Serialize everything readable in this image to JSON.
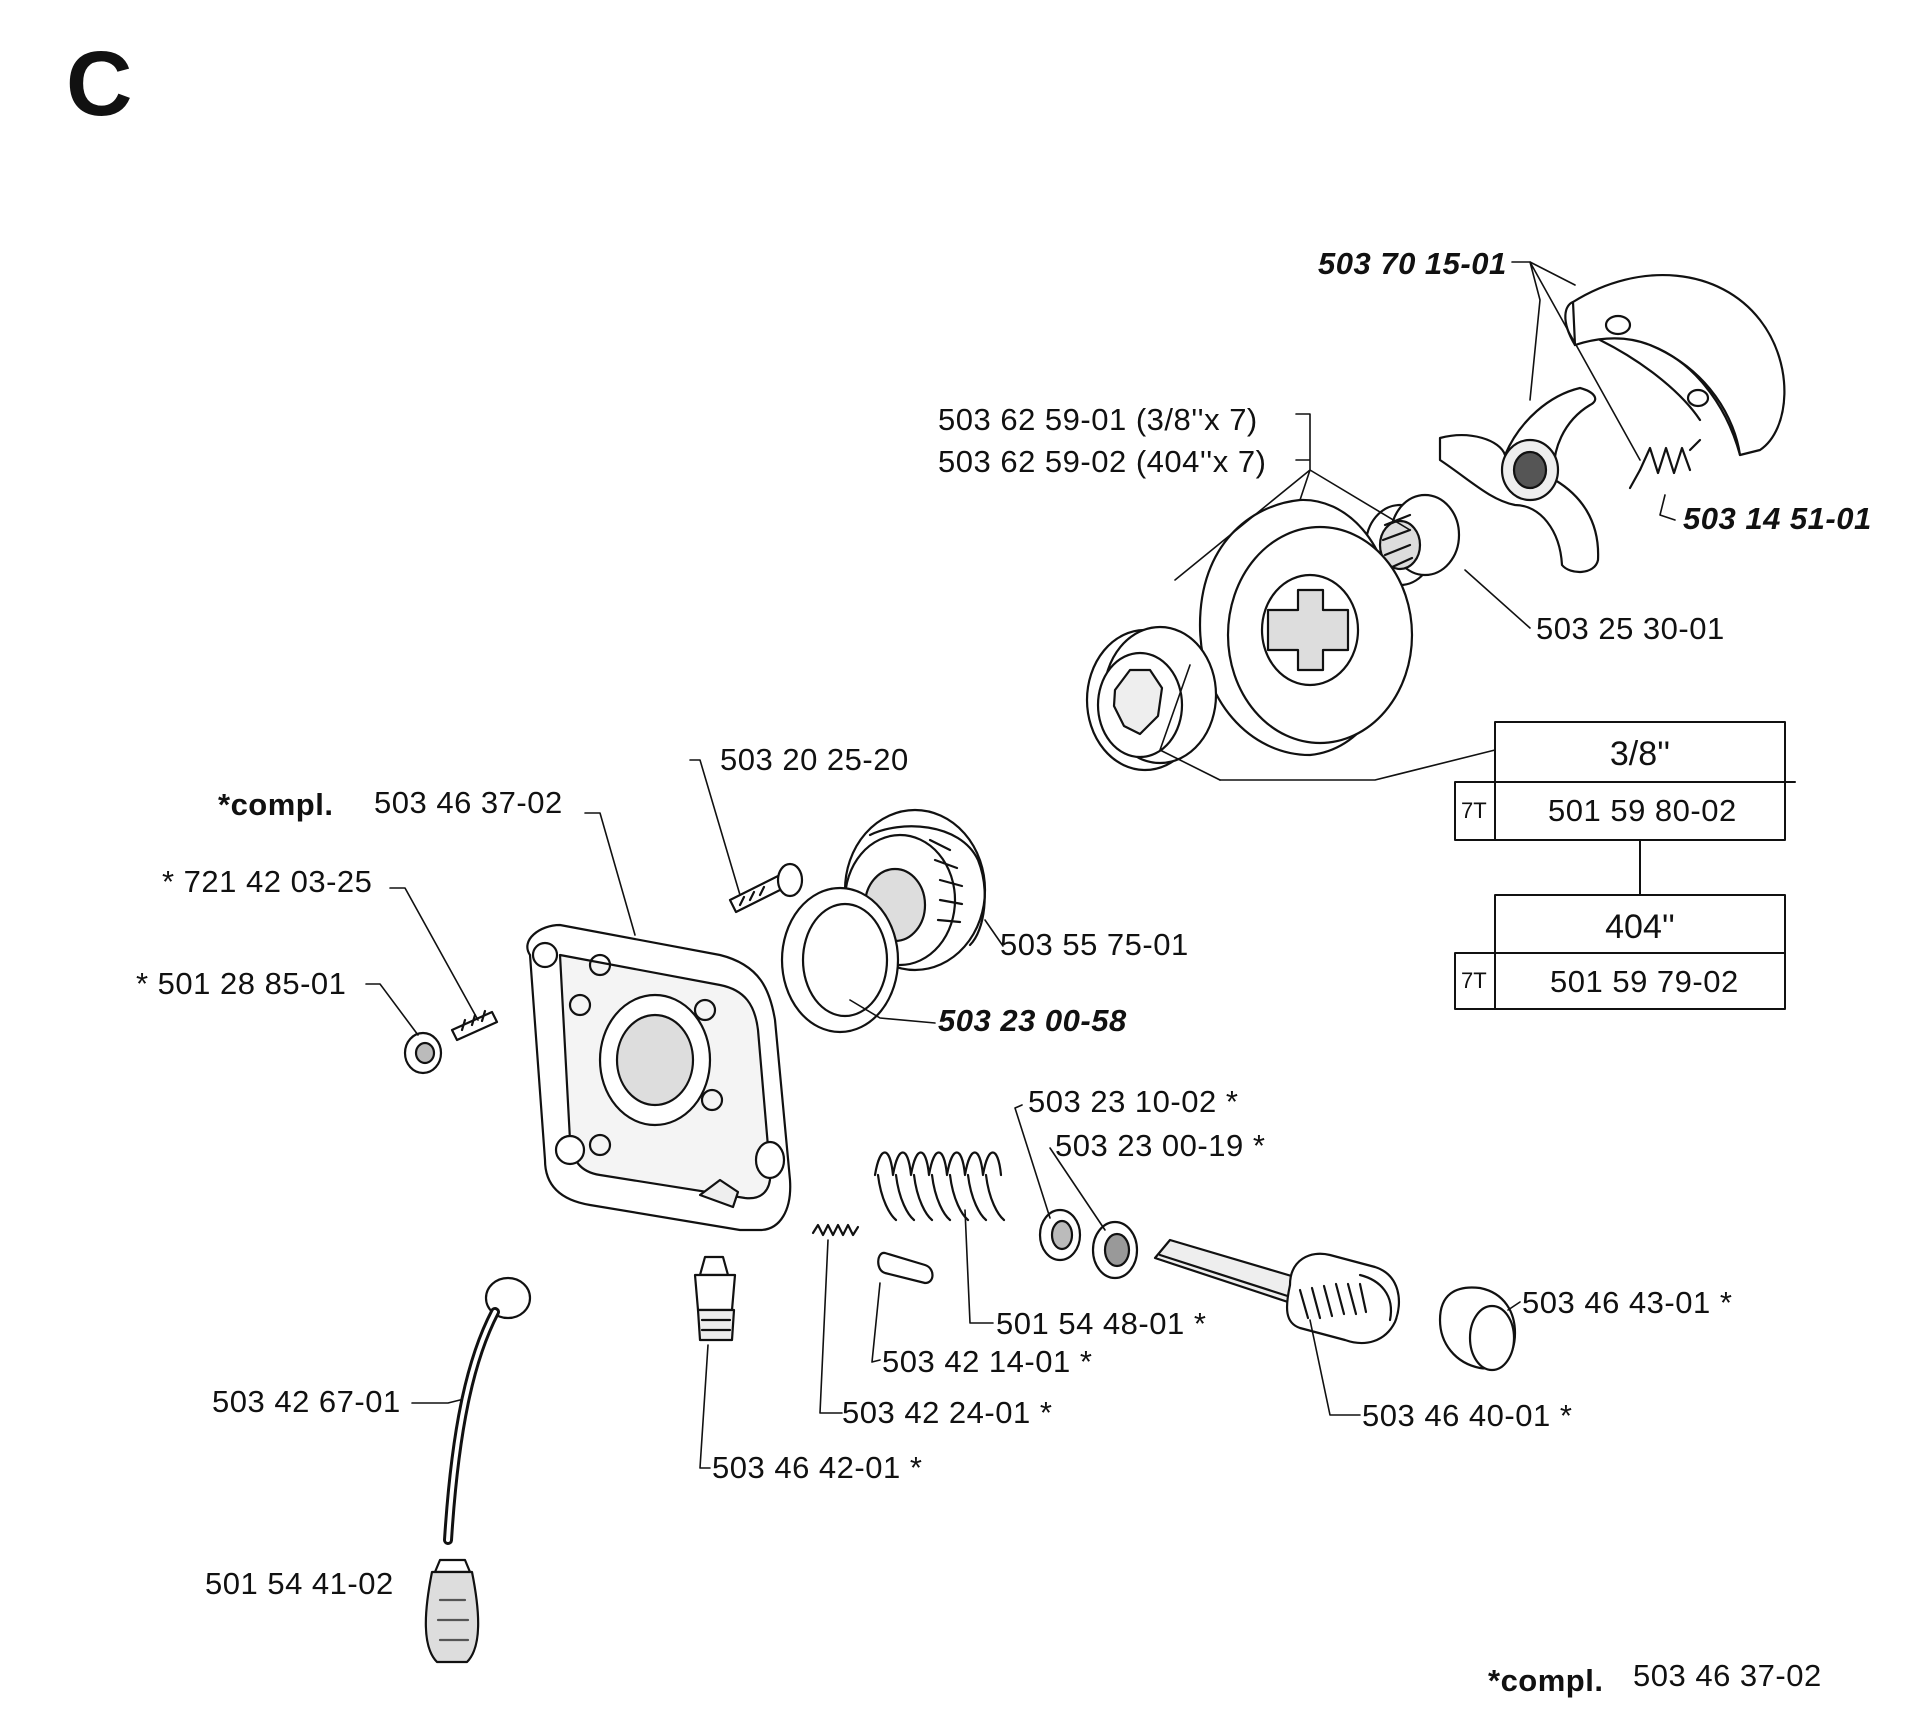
{
  "section_letter": "C",
  "labels": {
    "clutch_shoes": "503 70 15-01",
    "clutch_spring": "503 14 51-01",
    "drum_38": "503 62 59-01 (3/8''x 7)",
    "drum_404": "503 62 59-02 (404''x 7)",
    "needle_bearing": "503 25 30-01",
    "screw": "503 20 25-20",
    "oil_pump_compl_prefix": "*compl.",
    "oil_pump_compl_number": "503 46 37-02",
    "pin": "* 721 42 03-25",
    "plug": "* 501 28 85-01",
    "worm_gear": "503 55 75-01",
    "washer": "503 23 00-58",
    "washer_a": "503 23 10-02 *",
    "washer_b": "503 23 00-19 *",
    "spring": "501 54 48-01 *",
    "plunger": "503 42 14-01 *",
    "small_spring": "503 42 24-01 *",
    "nipple": "503 46 42-01 *",
    "oil_hose": "503 42 67-01",
    "filter": "501 54 41-02",
    "pump_piston": "503 46 40-01 *",
    "cap": "503 46 43-01 *",
    "footer_prefix": "*compl.",
    "footer_number": "503 46 37-02"
  },
  "table": [
    {
      "pitch": "3/8''",
      "code": "7T",
      "part": "501 59 80-02"
    },
    {
      "pitch": "404''",
      "code": "7T",
      "part": "501 59 79-02"
    }
  ]
}
